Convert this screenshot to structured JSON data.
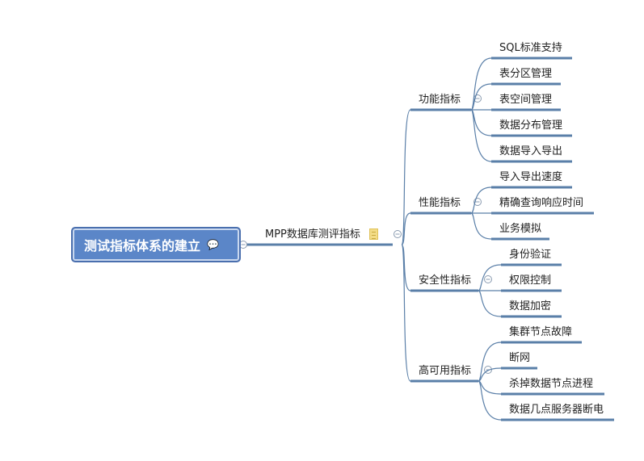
{
  "root": {
    "title": "测试指标体系的建立",
    "comment_icon": "speech-bubble-icon"
  },
  "main": {
    "title": "MPP数据库测评指标",
    "note_icon": "note-icon"
  },
  "branches": [
    {
      "label": "功能指标",
      "children": [
        "SQL标准支持",
        "表分区管理",
        "表空间管理",
        "数据分布管理",
        "数据导入导出"
      ]
    },
    {
      "label": "性能指标",
      "children": [
        "导入导出速度",
        "精确查询响应时间",
        "业务模拟"
      ]
    },
    {
      "label": "安全性指标",
      "children": [
        "身份验证",
        "权限控制",
        "数据加密"
      ]
    },
    {
      "label": "高可用指标",
      "children": [
        "集群节点故障",
        "断网",
        "杀掉数据节点进程",
        "数据几点服务器断电"
      ]
    }
  ],
  "colors": {
    "line": "#5a7fa8",
    "root_fill": "#5b86c8"
  }
}
